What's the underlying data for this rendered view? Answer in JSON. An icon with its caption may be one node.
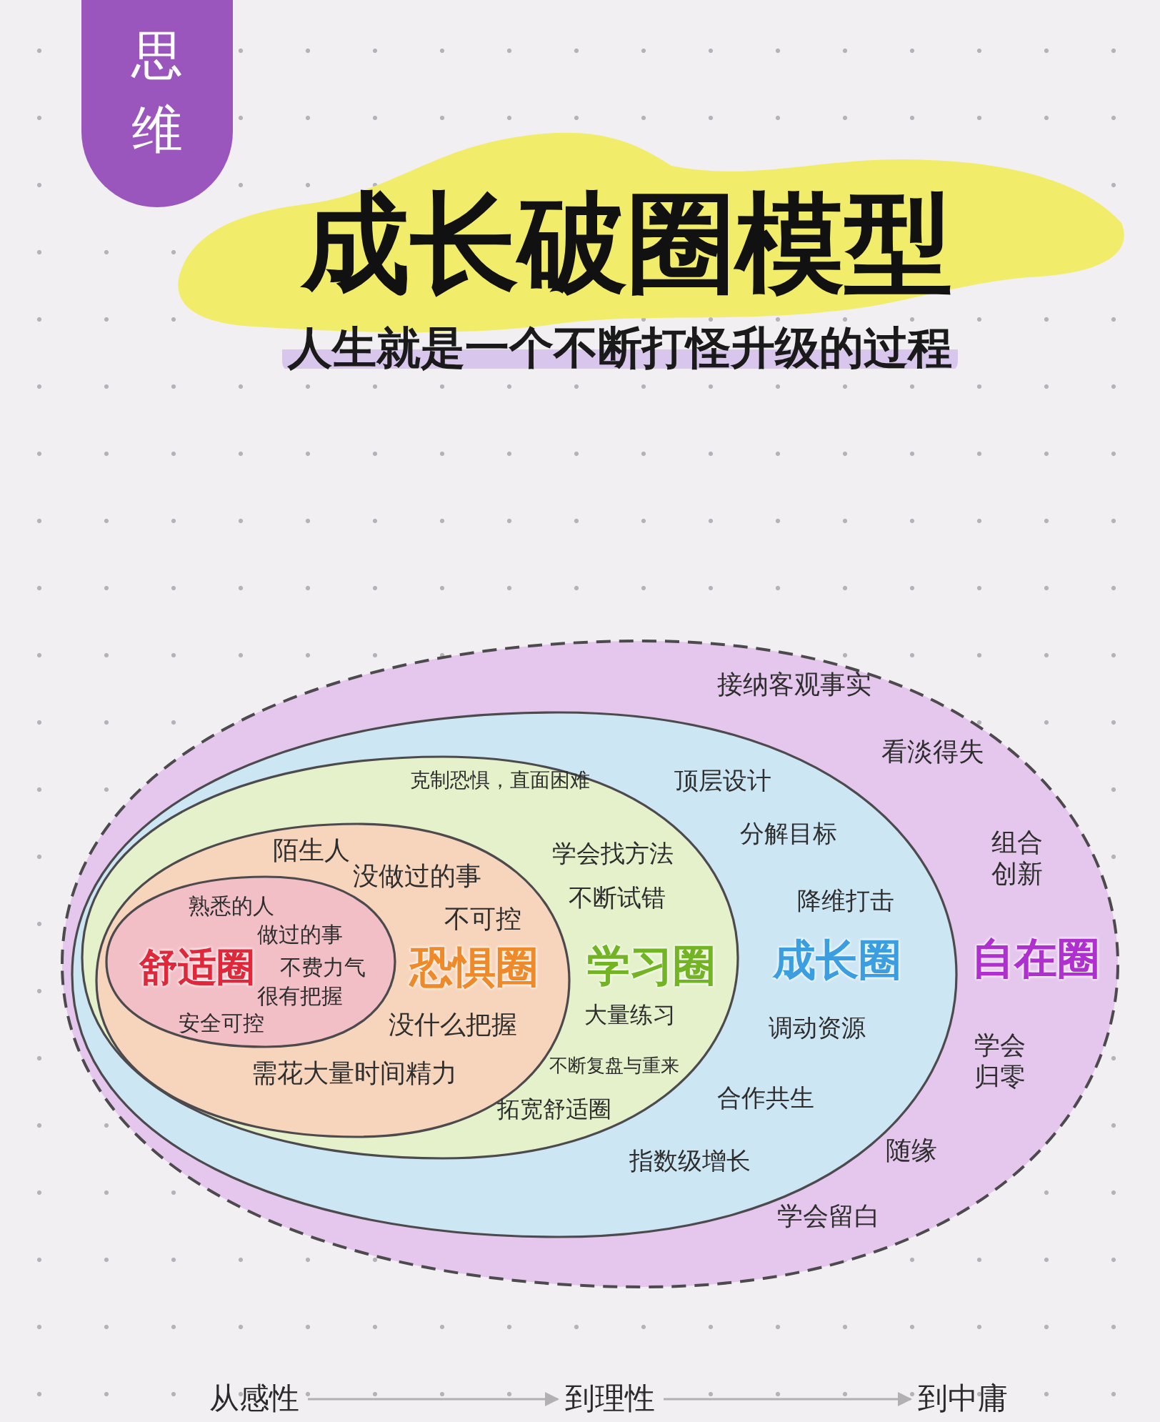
{
  "diagram": {
    "title": "成长破圈模型",
    "nodes": [
      {
        "text": [
          "思维"
        ]
      },
      {
        "text": [
          "自在圈",
          "接纳客观事实",
          "看淡得失",
          "组合创新",
          "学会归零",
          "随缘",
          "学会留白"
        ]
      },
      {
        "text": [
          "成长圈",
          "顶层设计",
          "分解目标",
          "降维打击",
          "调动资源",
          "合作共生",
          "指数级增长"
        ],
        "in": 1
      },
      {
        "text": [
          "学习圈",
          "克制恐惧，直面困难",
          "学会找方法",
          "不断试错",
          "大量练习",
          "不断复盘与重来",
          "拓宽舒适圈"
        ],
        "in": 2
      },
      {
        "text": [
          "恐惧圈",
          "陌生人",
          "没做过的事",
          "不可控",
          "没什么把握",
          "需花大量时间精力"
        ],
        "in": 3
      },
      {
        "text": [
          "舒适圈",
          "熟悉的人",
          "做过的事",
          "不费力气",
          "很有把握",
          "安全可控"
        ],
        "in": 4
      },
      {
        "text": [
          "从感性"
        ]
      },
      {
        "text": [
          "到理性"
        ]
      },
      {
        "text": [
          "到中庸"
        ]
      }
    ],
    "edges": [
      {
        "from": 6,
        "to": 7,
        "arrow": "to"
      },
      {
        "from": 7,
        "to": 8,
        "arrow": "to"
      }
    ],
    "labels": [
      "人生就是一个不断打怪升级的过程"
    ]
  }
}
